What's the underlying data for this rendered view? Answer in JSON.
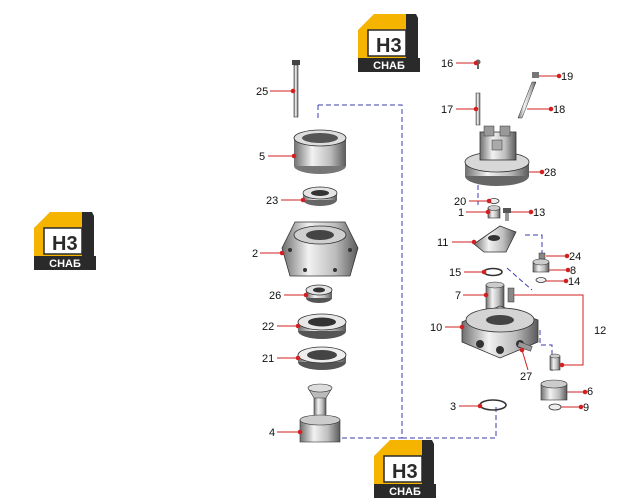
{
  "logo": {
    "letters": "H3",
    "word": "CHAБ"
  },
  "parts": [
    "1",
    "2",
    "3",
    "4",
    "5",
    "6",
    "7",
    "8",
    "9",
    "10",
    "11",
    "12",
    "13",
    "14",
    "15",
    "16",
    "17",
    "18",
    "19",
    "20",
    "21",
    "22",
    "23",
    "24",
    "25",
    "26",
    "27",
    "28"
  ],
  "colors": {
    "leader": "#d22020",
    "dashed": "#3b3bb0",
    "logo_yellow": "#f4b400",
    "logo_dark": "#2a2a2a"
  }
}
